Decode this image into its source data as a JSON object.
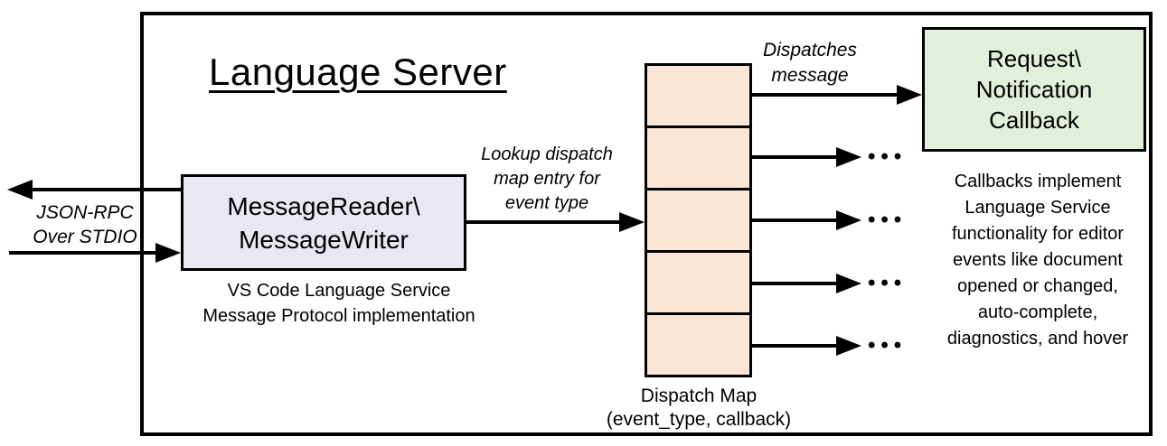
{
  "colors": {
    "line": "#000000",
    "reader_fill": "#e9e7f1",
    "dispatch_cell_fill": "#fbe5d6",
    "callback_fill": "#e2efda"
  },
  "title": "Language Server",
  "left_io": {
    "label_line1": "JSON-RPC",
    "label_line2": "Over STDIO"
  },
  "reader_box": {
    "line1": "MessageReader\\",
    "line2": "MessageWriter",
    "caption_line1": "VS Code Language Service",
    "caption_line2": "Message Protocol implementation"
  },
  "lookup_label": {
    "line1": "Lookup dispatch",
    "line2": "map entry for",
    "line3": "event type"
  },
  "dispatch_map": {
    "cell_count": 5,
    "caption_line1": "Dispatch Map",
    "caption_line2": "(event_type, callback)"
  },
  "dispatches_label": {
    "line1": "Dispatches",
    "line2": "message"
  },
  "callback_box": {
    "line1": "Request\\",
    "line2": "Notification",
    "line3": "Callback"
  },
  "callbacks_note": {
    "lines": [
      "Callbacks implement",
      "Language Service",
      "functionality for editor",
      "events like document",
      "opened or changed,",
      "auto-complete,",
      "diagnostics, and hover"
    ]
  },
  "misc": {
    "ellipsis": "•••"
  }
}
